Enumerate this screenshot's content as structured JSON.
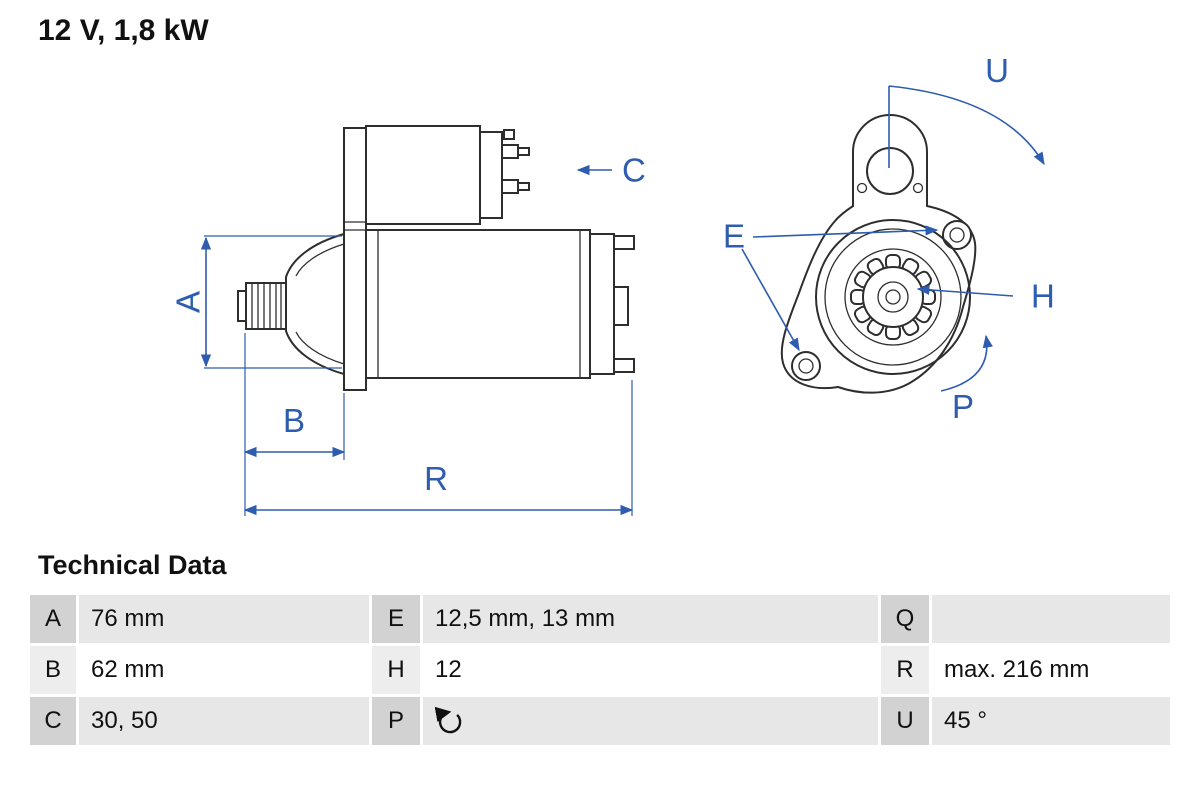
{
  "title": "12 V, 1,8 kW",
  "diagram": {
    "labels": {
      "a": "A",
      "b": "B",
      "c": "C",
      "r": "R",
      "u": "U",
      "e": "E",
      "h": "H",
      "p": "P"
    },
    "colors": {
      "annotation_blue": "#2e5cae",
      "line_dark": "#2e2e2e"
    }
  },
  "technical_data": {
    "heading": "Technical Data",
    "rows": [
      [
        {
          "key": "A",
          "value": "76 mm"
        },
        {
          "key": "E",
          "value": "12,5 mm, 13 mm"
        },
        {
          "key": "Q",
          "value": ""
        }
      ],
      [
        {
          "key": "B",
          "value": "62 mm"
        },
        {
          "key": "H",
          "value": "12"
        },
        {
          "key": "R",
          "value": "max. 216 mm"
        }
      ],
      [
        {
          "key": "C",
          "value": "30, 50"
        },
        {
          "key": "P",
          "icon": "clockwise-rotation-icon"
        },
        {
          "key": "U",
          "value": "45 °"
        }
      ]
    ]
  }
}
